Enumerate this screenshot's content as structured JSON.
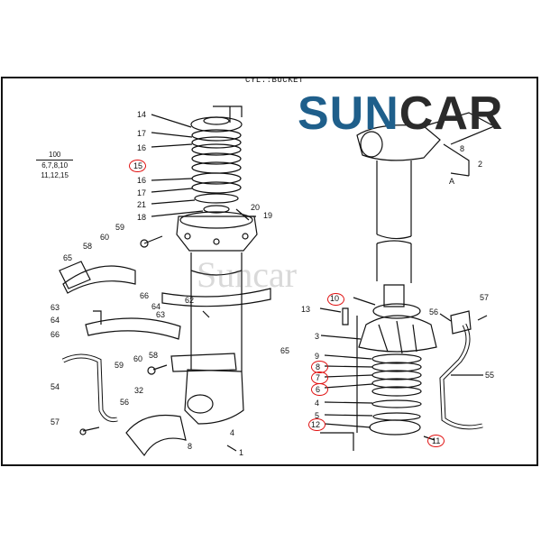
{
  "diagram": {
    "title": "CYL.:BUCKET",
    "logo": {
      "text_colored": "SUN",
      "text_dark": "CAR",
      "colored": "#1f5f8b",
      "dark": "#2a2a2a"
    },
    "watermark": "Suncar",
    "kit_note": {
      "number": "100",
      "parts_line1": "6,7,8,10",
      "parts_line2": "11,12,15"
    },
    "highlight_color": "#e01010",
    "callouts": {
      "c14": "14",
      "c17a": "17",
      "c16a": "16",
      "c16b": "16",
      "c15": "15",
      "c16c": "16",
      "c17b": "17",
      "c21": "21",
      "c18": "18",
      "c20": "20",
      "c19": "19",
      "c59a": "59",
      "c60a": "60",
      "c58a": "58",
      "c65a": "65",
      "c66a": "66",
      "c62": "62",
      "c64a": "64",
      "c63a": "63",
      "c63b": "63",
      "c64b": "64",
      "c66b": "66",
      "c65b": "65",
      "c58b": "58",
      "c59b": "59",
      "c60b": "60",
      "c54": "54",
      "c32": "32",
      "c56a": "56",
      "c57a": "57",
      "c4a": "4",
      "c8a": "8",
      "c1": "1",
      "c8b": "8",
      "c2": "2",
      "cA": "A",
      "c10": "10",
      "c13": "13",
      "c56b": "56",
      "c57b": "57",
      "c3": "3",
      "c9": "9",
      "c8c": "8",
      "c7": "7",
      "c6": "6",
      "c4b": "4",
      "c5": "5",
      "c12": "12",
      "c11": "11",
      "c55": "55"
    }
  }
}
